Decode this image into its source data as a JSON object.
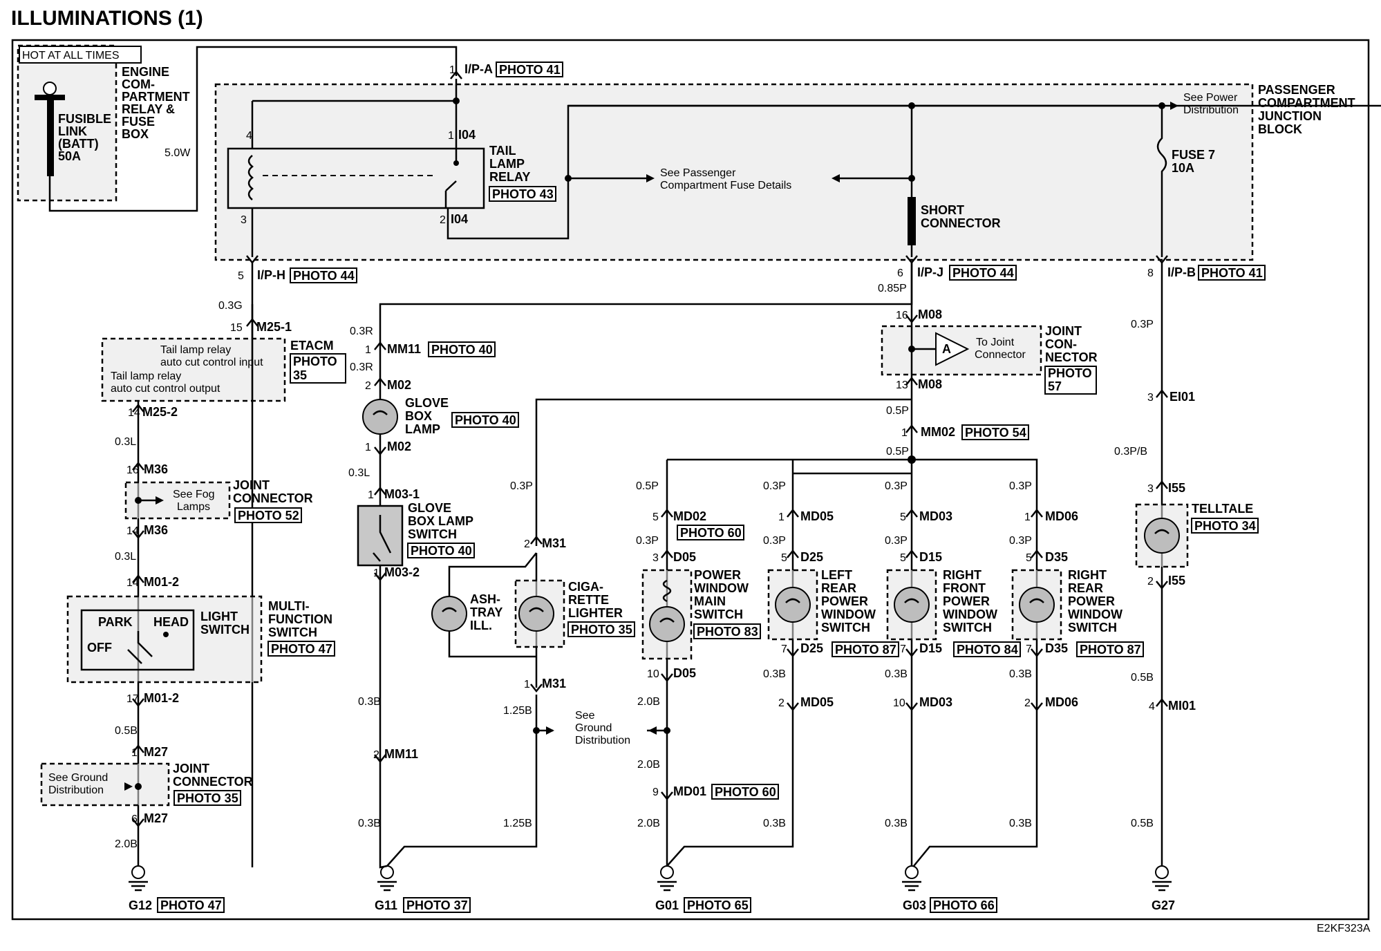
{
  "title": "ILLUMINATIONS (1)",
  "diagram_code": "E2KF323A",
  "power": {
    "hot_label": "HOT AT ALL TIMES",
    "fusible_link": "FUSIBLE LINK (BATT) 50A",
    "fusible_link_lines": [
      "FUSIBLE",
      "LINK",
      "(BATT)",
      "50A"
    ],
    "engine_box_lines": [
      "ENGINE",
      "COM-",
      "PARTMENT",
      "RELAY &",
      "FUSE",
      "BOX"
    ],
    "wire_5w": "5.0W"
  },
  "junction_block": {
    "lines": [
      "PASSENGER",
      "COMPARTMENT",
      "JUNCTION",
      "BLOCK"
    ],
    "see_power_lines": [
      "See Power",
      "Distribution"
    ],
    "see_fuse_details_lines": [
      "See Passenger",
      "Compartment Fuse Details"
    ],
    "tail_relay_lines": [
      "TAIL",
      "LAMP",
      "RELAY"
    ],
    "tail_relay_photo": "PHOTO 43",
    "fuse_lines": [
      "FUSE 7",
      "10A"
    ],
    "short_connector_lines": [
      "SHORT",
      "CONNECTOR"
    ],
    "ipa": "I/P-A",
    "ipa_pin": "1",
    "ipa_photo": "PHOTO 41",
    "i04": "I04",
    "pin_4": "4",
    "pin_1": "1",
    "pin_3": "3",
    "pin_2": "2",
    "iph": "I/P-H",
    "iph_pin": "5",
    "iph_photo": "PHOTO 44",
    "ipj": "I/P-J",
    "ipj_pin": "6",
    "ipj_photo": "PHOTO 44",
    "ipb": "I/P-B",
    "ipb_pin": "8",
    "ipb_photo": "PHOTO 41"
  },
  "left_branch": {
    "w1": "0.3G",
    "m251_pin": "15",
    "m251": "M25-1",
    "etacm": "ETACM",
    "etacm_photo_lines": [
      "PHOTO",
      "35"
    ],
    "etacm_in_lines": [
      "Tail lamp relay",
      "auto cut control input"
    ],
    "etacm_out_lines": [
      "Tail lamp relay",
      "auto cut control output"
    ],
    "m252_pin": "14",
    "m252": "M25-2",
    "w2": "0.3L",
    "m36_top_pin": "16",
    "m36": "M36",
    "jc_lines": [
      "JOINT",
      "CONNECTOR"
    ],
    "jc_photo": "PHOTO 52",
    "see_fog_lines": [
      "See Fog",
      "Lamps"
    ],
    "m36_bot_pin": "14",
    "w3": "0.3L",
    "m012_top_pin": "14",
    "m012": "M01-2",
    "mf_lines": [
      "MULTI-",
      "FUNCTION",
      "SWITCH"
    ],
    "mf_photo": "PHOTO 47",
    "light_switch_lines": [
      "LIGHT",
      "SWITCH"
    ],
    "park": "PARK",
    "head": "HEAD",
    "off": "OFF",
    "m012_bot_pin": "17",
    "w4": "0.5B",
    "m27_top_pin": "1",
    "m27": "M27",
    "jc2_lines": [
      "JOINT",
      "CONNECTOR"
    ],
    "jc2_photo": "PHOTO 35",
    "see_ground_lines": [
      "See Ground",
      "Distribution"
    ],
    "m27_bot_pin": "6",
    "w5": "2.0B",
    "ground": "G12",
    "ground_photo": "PHOTO 47"
  },
  "glove_branch": {
    "w_top": "0.3R",
    "w_top2": "0.3R",
    "mm11_pin": "1",
    "mm11": "MM11",
    "mm11_photo": "PHOTO 40",
    "m02_top_pin": "2",
    "m02": "M02",
    "lamp_lines": [
      "GLOVE",
      "BOX",
      "LAMP"
    ],
    "lamp_photo": "PHOTO 40",
    "m02_bot_pin": "1",
    "w2": "0.3L",
    "m031_pin": "1",
    "m031": "M03-1",
    "switch_lines": [
      "GLOVE",
      "BOX LAMP",
      "SWITCH"
    ],
    "switch_photo": "PHOTO 40",
    "m032_pin": "1",
    "m032": "M03-2",
    "w3": "0.3B",
    "mm11b_pin": "2",
    "mm11b": "MM11",
    "w4": "0.3B",
    "ground": "G11",
    "ground_photo": "PHOTO 37"
  },
  "lighter_branch": {
    "w1": "0.3P",
    "m31_top_pin": "2",
    "m31": "M31",
    "ashtray_lines": [
      "ASH-",
      "TRAY",
      "ILL."
    ],
    "lighter_lines": [
      "CIGA-",
      "RETTE",
      "LIGHTER"
    ],
    "lighter_photo": "PHOTO 35",
    "m31_bot_pin": "1",
    "w2": "1.25B",
    "see_ground_lines": [
      "See",
      "Ground",
      "Distribution"
    ],
    "w3": "1.25B"
  },
  "joint_m08": {
    "w_top": "0.85P",
    "m08_top_pin": "16",
    "m08": "M08",
    "label_lines": [
      "JOINT",
      "CON-",
      "NECTOR"
    ],
    "photo_lines": [
      "PHOTO",
      "57"
    ],
    "marker": "A",
    "to_joint_lines": [
      "To Joint",
      "Connector"
    ],
    "m08_bot_pin": "13",
    "w1": "0.5P",
    "mm02_pin": "1",
    "mm02": "MM02",
    "mm02_photo": "PHOTO 54",
    "w2": "0.5P"
  },
  "pw_main": {
    "w1": "0.5P",
    "md02_pin": "5",
    "md02": "MD02",
    "md02_photo": "PHOTO 60",
    "w2": "0.3P",
    "d05_top_pin": "3",
    "d05": "D05",
    "lines": [
      "POWER",
      "WINDOW",
      "MAIN",
      "SWITCH"
    ],
    "photo": "PHOTO 83",
    "d05_bot_pin": "10",
    "w3": "2.0B",
    "w4": "2.0B",
    "md01_pin": "9",
    "md01": "MD01",
    "md01_photo": "PHOTO 60",
    "w5": "2.0B",
    "ground": "G01",
    "ground_photo": "PHOTO 65"
  },
  "pw_left_rear": {
    "w1": "0.3P",
    "md_pin": "1",
    "md": "MD05",
    "w2": "0.3P",
    "d_top_pin": "5",
    "d": "D25",
    "lines": [
      "LEFT",
      "REAR",
      "POWER",
      "WINDOW",
      "SWITCH"
    ],
    "d_bot_pin": "7",
    "d_photo": "PHOTO 87",
    "w3": "0.3B",
    "md_bot_pin": "2",
    "w4": "0.3B"
  },
  "pw_right_front": {
    "w1": "0.3P",
    "md_pin": "5",
    "md": "MD03",
    "w2": "0.3P",
    "d_top_pin": "5",
    "d": "D15",
    "lines": [
      "RIGHT",
      "FRONT",
      "POWER",
      "WINDOW",
      "SWITCH"
    ],
    "d_bot_pin": "7",
    "d_photo": "PHOTO 84",
    "w3": "0.3B",
    "md_bot_pin": "10",
    "w4": "0.3B",
    "ground": "G03",
    "ground_photo": "PHOTO 66"
  },
  "pw_right_rear": {
    "w1": "0.3P",
    "md_pin": "1",
    "md": "MD06",
    "w2": "0.3P",
    "d_top_pin": "5",
    "d": "D35",
    "lines": [
      "RIGHT",
      "REAR",
      "POWER",
      "WINDOW",
      "SWITCH"
    ],
    "d_bot_pin": "7",
    "d_photo": "PHOTO 87",
    "w3": "0.3B",
    "md_bot_pin": "2",
    "w4": "0.3B"
  },
  "telltale_branch": {
    "w1": "0.3P",
    "ei01_pin": "3",
    "ei01": "EI01",
    "w2": "0.3P/B",
    "i55_top_pin": "3",
    "i55": "I55",
    "label": "TELLTALE",
    "photo": "PHOTO 34",
    "i55_bot_pin": "2",
    "w3": "0.5B",
    "mi01_pin": "4",
    "mi01": "MI01",
    "w4": "0.5B",
    "ground": "G27"
  }
}
